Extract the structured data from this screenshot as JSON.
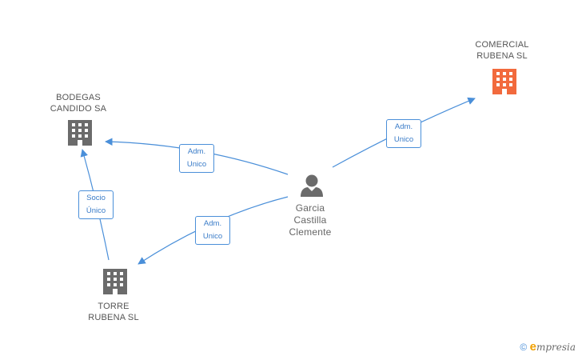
{
  "nodes": {
    "comercial": {
      "line1": "COMERCIAL",
      "line2": "RUBENA SL"
    },
    "bodegas": {
      "line1": "BODEGAS",
      "line2": "CANDIDO SA"
    },
    "torre": {
      "line1": "TORRE",
      "line2": "RUBENA SL"
    },
    "person": {
      "line1": "Garcia",
      "line2": "Castilla",
      "line3": "Clemente"
    }
  },
  "edges": {
    "person_to_comercial": {
      "line1": "Adm.",
      "line2": "Unico"
    },
    "person_to_bodegas": {
      "line1": "Adm.",
      "line2": "Unico"
    },
    "person_to_torre": {
      "line1": "Adm.",
      "line2": "Unico"
    },
    "torre_to_bodegas": {
      "line1": "Socio",
      "line2": "Único"
    }
  },
  "footer": {
    "copyright": "©",
    "brand_initial": "e",
    "brand_rest": "mpresia"
  },
  "colors": {
    "edge": "#4a8fd9",
    "building_default": "#6b6b6b",
    "building_highlight": "#f26a3d",
    "person": "#6b6b6b"
  },
  "icons": {
    "building": "building-icon",
    "person": "person-icon"
  }
}
